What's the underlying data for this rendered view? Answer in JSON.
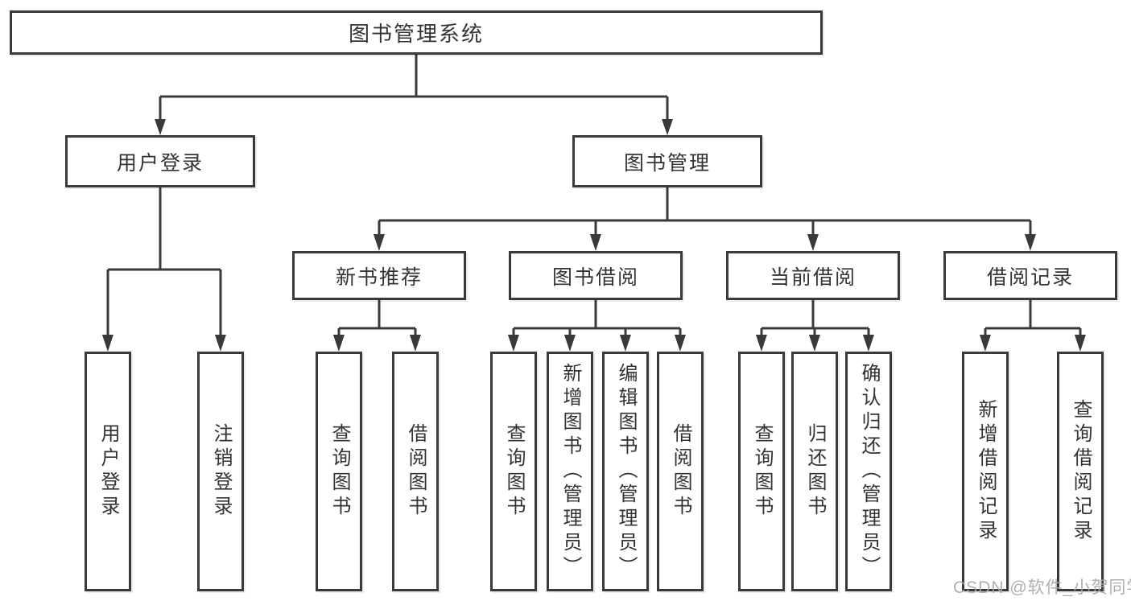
{
  "title": "图书管理系统",
  "watermark": "CSDN @软件_小贺同学",
  "colors": {
    "line": "#3a3a3a",
    "box_border": "#3a3a3a",
    "box_fill": "#ffffff",
    "text": "#333333",
    "watermark": "#a8a8a8",
    "background": "#ffffff"
  },
  "nodes": {
    "root": {
      "label": "图书管理系统"
    },
    "user_login": {
      "label": "用户登录"
    },
    "book_management": {
      "label": "图书管理"
    },
    "new_book_recommend": {
      "label": "新书推荐"
    },
    "book_borrowing": {
      "label": "图书借阅"
    },
    "current_borrowing": {
      "label": "当前借阅"
    },
    "borrowing_records": {
      "label": "借阅记录"
    },
    "leaf_user_login": {
      "label": "用户登录"
    },
    "leaf_logout": {
      "label": "注销登录"
    },
    "leaf_query_books_1": {
      "label": "查询图书"
    },
    "leaf_borrow_books_1": {
      "label": "借阅图书"
    },
    "leaf_query_books_2": {
      "label": "查询图书"
    },
    "leaf_add_books_admin": {
      "label": "新增图书（管理员）"
    },
    "leaf_edit_books_admin": {
      "label": "编辑图书（管理员）"
    },
    "leaf_borrow_books_2": {
      "label": "借阅图书"
    },
    "leaf_query_books_3": {
      "label": "查询图书"
    },
    "leaf_return_books": {
      "label": "归还图书"
    },
    "leaf_confirm_return_admin": {
      "label": "确认归还（管理员）"
    },
    "leaf_add_borrow_record": {
      "label": "新增借阅记录"
    },
    "leaf_query_borrow_record": {
      "label": "查询借阅记录"
    }
  },
  "hierarchy": {
    "root": "图书管理系统",
    "children": [
      {
        "label": "用户登录",
        "children": [
          "用户登录",
          "注销登录"
        ]
      },
      {
        "label": "图书管理",
        "children": [
          {
            "label": "新书推荐",
            "children": [
              "查询图书",
              "借阅图书"
            ]
          },
          {
            "label": "图书借阅",
            "children": [
              "查询图书",
              "新增图书（管理员）",
              "编辑图书（管理员）",
              "借阅图书"
            ]
          },
          {
            "label": "当前借阅",
            "children": [
              "查询图书",
              "归还图书",
              "确认归还（管理员）"
            ]
          },
          {
            "label": "借阅记录",
            "children": [
              "新增借阅记录",
              "查询借阅记录"
            ]
          }
        ]
      }
    ]
  }
}
